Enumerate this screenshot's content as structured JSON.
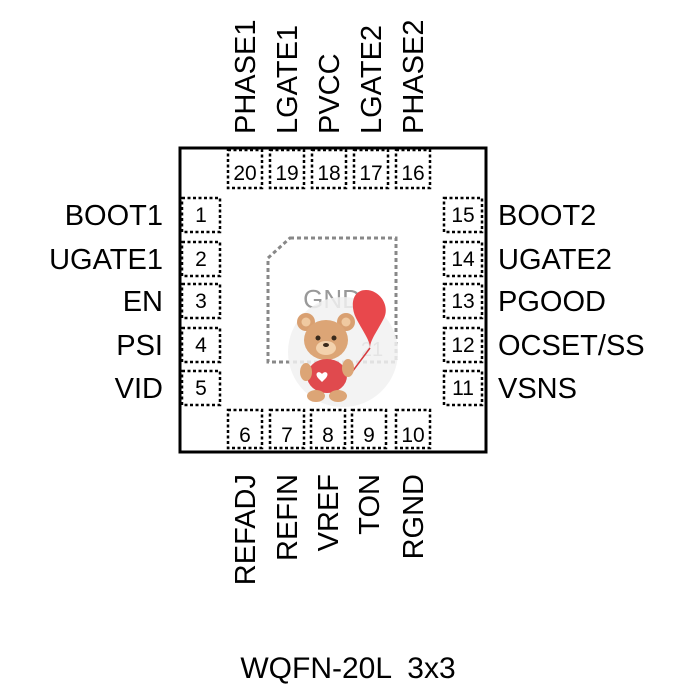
{
  "package": {
    "name": "WQFN-20L",
    "size": "3x3"
  },
  "pins": [
    {
      "number": "1",
      "label": "BOOT1"
    },
    {
      "number": "2",
      "label": "UGATE1"
    },
    {
      "number": "3",
      "label": "EN"
    },
    {
      "number": "4",
      "label": "PSI"
    },
    {
      "number": "5",
      "label": "VID"
    },
    {
      "number": "6",
      "label": "REFADJ"
    },
    {
      "number": "7",
      "label": "REFIN"
    },
    {
      "number": "8",
      "label": "VREF"
    },
    {
      "number": "9",
      "label": "TON"
    },
    {
      "number": "10",
      "label": "RGND"
    },
    {
      "number": "11",
      "label": "VSNS"
    },
    {
      "number": "12",
      "label": "OCSET/SS"
    },
    {
      "number": "13",
      "label": "PGOOD"
    },
    {
      "number": "14",
      "label": "UGATE2"
    },
    {
      "number": "15",
      "label": "BOOT2"
    },
    {
      "number": "16",
      "label": "PHASE2"
    },
    {
      "number": "17",
      "label": "LGATE2"
    },
    {
      "number": "18",
      "label": "PVCC"
    },
    {
      "number": "19",
      "label": "LGATE1"
    },
    {
      "number": "20",
      "label": "PHASE1"
    }
  ],
  "exposed_pad": {
    "label": "GND",
    "number": "21"
  }
}
